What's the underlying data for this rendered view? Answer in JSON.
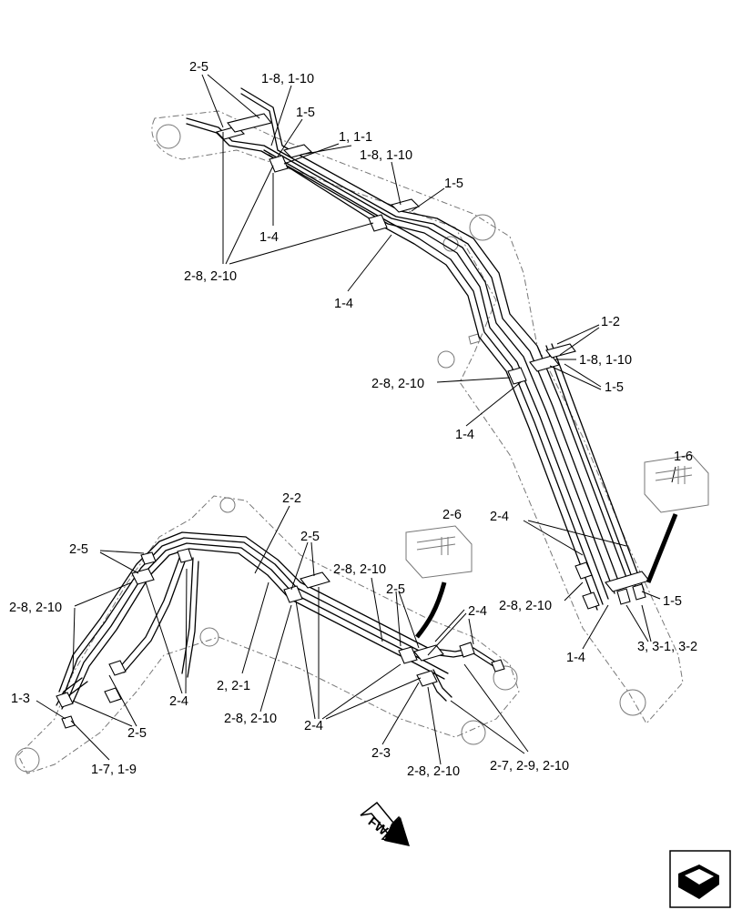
{
  "callouts": [
    {
      "id": "c01",
      "text": "2-5"
    },
    {
      "id": "c02",
      "text": "1-8, 1-10"
    },
    {
      "id": "c03",
      "text": "1-5"
    },
    {
      "id": "c04",
      "text": "1, 1-1"
    },
    {
      "id": "c05",
      "text": "1-8, 1-10"
    },
    {
      "id": "c06",
      "text": "1-5"
    },
    {
      "id": "c07",
      "text": "1-4"
    },
    {
      "id": "c08",
      "text": "2-8, 2-10"
    },
    {
      "id": "c09",
      "text": "1-4"
    },
    {
      "id": "c10",
      "text": "1-2"
    },
    {
      "id": "c11",
      "text": "1-8, 1-10"
    },
    {
      "id": "c12",
      "text": "2-8, 2-10"
    },
    {
      "id": "c13",
      "text": "1-5"
    },
    {
      "id": "c14",
      "text": "1-4"
    },
    {
      "id": "c15",
      "text": "1-6"
    },
    {
      "id": "c16",
      "text": "2-4"
    },
    {
      "id": "c17",
      "text": "2-8, 2-10"
    },
    {
      "id": "c18",
      "text": "1-5"
    },
    {
      "id": "c19",
      "text": "1-4"
    },
    {
      "id": "c20",
      "text": "3, 3-1, 3-2"
    },
    {
      "id": "c21",
      "text": "2-2"
    },
    {
      "id": "c22",
      "text": "2-6"
    },
    {
      "id": "c23",
      "text": "2-5"
    },
    {
      "id": "c24",
      "text": "2-5"
    },
    {
      "id": "c25",
      "text": "2-8, 2-10"
    },
    {
      "id": "c26",
      "text": "2-5"
    },
    {
      "id": "c27",
      "text": "2-4"
    },
    {
      "id": "c28",
      "text": "2-8, 2-10"
    },
    {
      "id": "c29",
      "text": "2-4"
    },
    {
      "id": "c30",
      "text": "2, 2-1"
    },
    {
      "id": "c31",
      "text": "2-8, 2-10"
    },
    {
      "id": "c32",
      "text": "2-4"
    },
    {
      "id": "c33",
      "text": "1-3"
    },
    {
      "id": "c34",
      "text": "2-5"
    },
    {
      "id": "c35",
      "text": "1-7, 1-9"
    },
    {
      "id": "c36",
      "text": "2-3"
    },
    {
      "id": "c37",
      "text": "2-8, 2-10"
    },
    {
      "id": "c38",
      "text": "2-7, 2-9, 2-10"
    }
  ],
  "direction_label": "FWD",
  "colors": {
    "line": "#000000",
    "ghost": "#777777",
    "background": "#ffffff"
  }
}
